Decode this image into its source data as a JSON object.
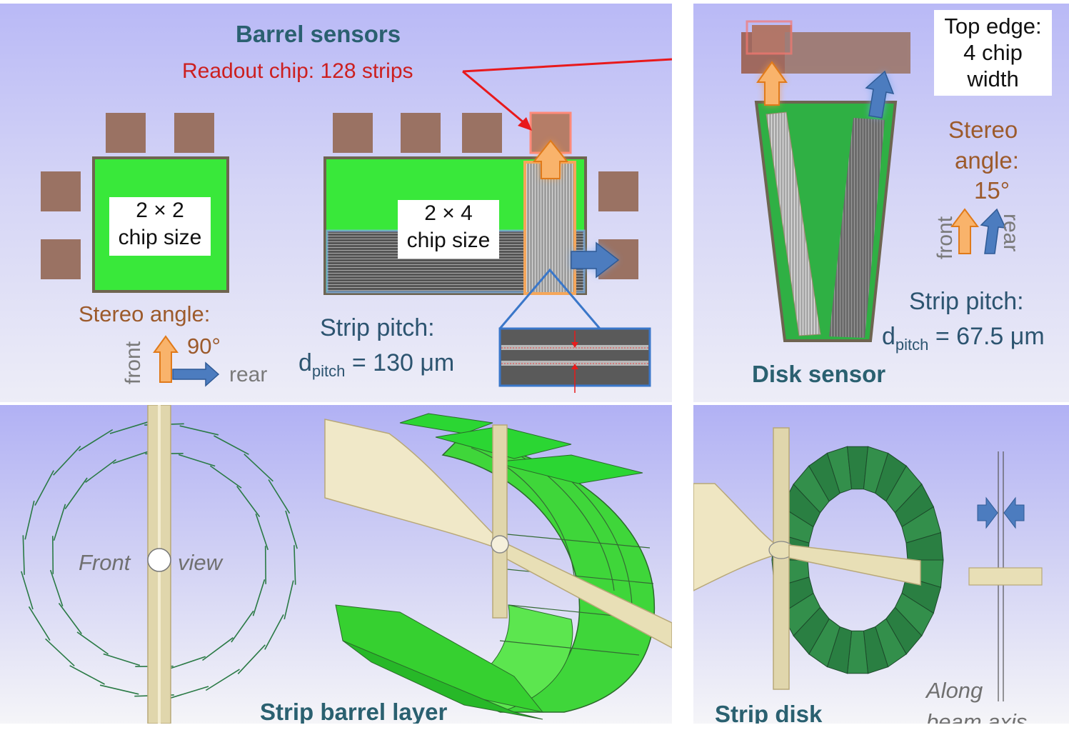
{
  "barrel_sensors": {
    "title": "Barrel sensors",
    "readout_chip": "Readout chip:  128 strips",
    "sensor_2x2": {
      "line1": "2 × 2",
      "line2": "chip size"
    },
    "sensor_2x4": {
      "line1": "2 × 4",
      "line2": "chip size"
    },
    "stereo_label": "Stereo angle:",
    "stereo_value": "90°",
    "front": "front",
    "rear": "rear",
    "pitch_label": "Strip pitch:",
    "pitch_d": "d",
    "pitch_sub": "pitch",
    "pitch_value": " = 130 μm"
  },
  "disk_sensor": {
    "title": "Disk sensor",
    "top_edge": [
      "Top edge:",
      "4 chip",
      "width"
    ],
    "stereo_lines": [
      "Stereo",
      "angle:"
    ],
    "stereo_value": "15°",
    "front": "front",
    "rear": "rear",
    "pitch_label": "Strip pitch:",
    "pitch_d": "d",
    "pitch_sub": "pitch",
    "pitch_value": " = 67.5 μm"
  },
  "strip_barrel_layer": {
    "title": "Strip barrel layer",
    "front_word": "Front",
    "view_word": "view"
  },
  "strip_disk": {
    "title": "Strip disk",
    "along_lines": [
      "Along",
      "beam axis"
    ]
  },
  "colors": {
    "sensor_green": "#39e83a",
    "chip_brown": "#9a7263",
    "front_orange": "#f08a2c",
    "rear_blue": "#3f6fb0",
    "link_red": "#e8191c",
    "title_teal": "#2a6070"
  },
  "icons": [
    "front-arrow-icon",
    "rear-arrow-icon",
    "pitch-arrow-icon"
  ]
}
